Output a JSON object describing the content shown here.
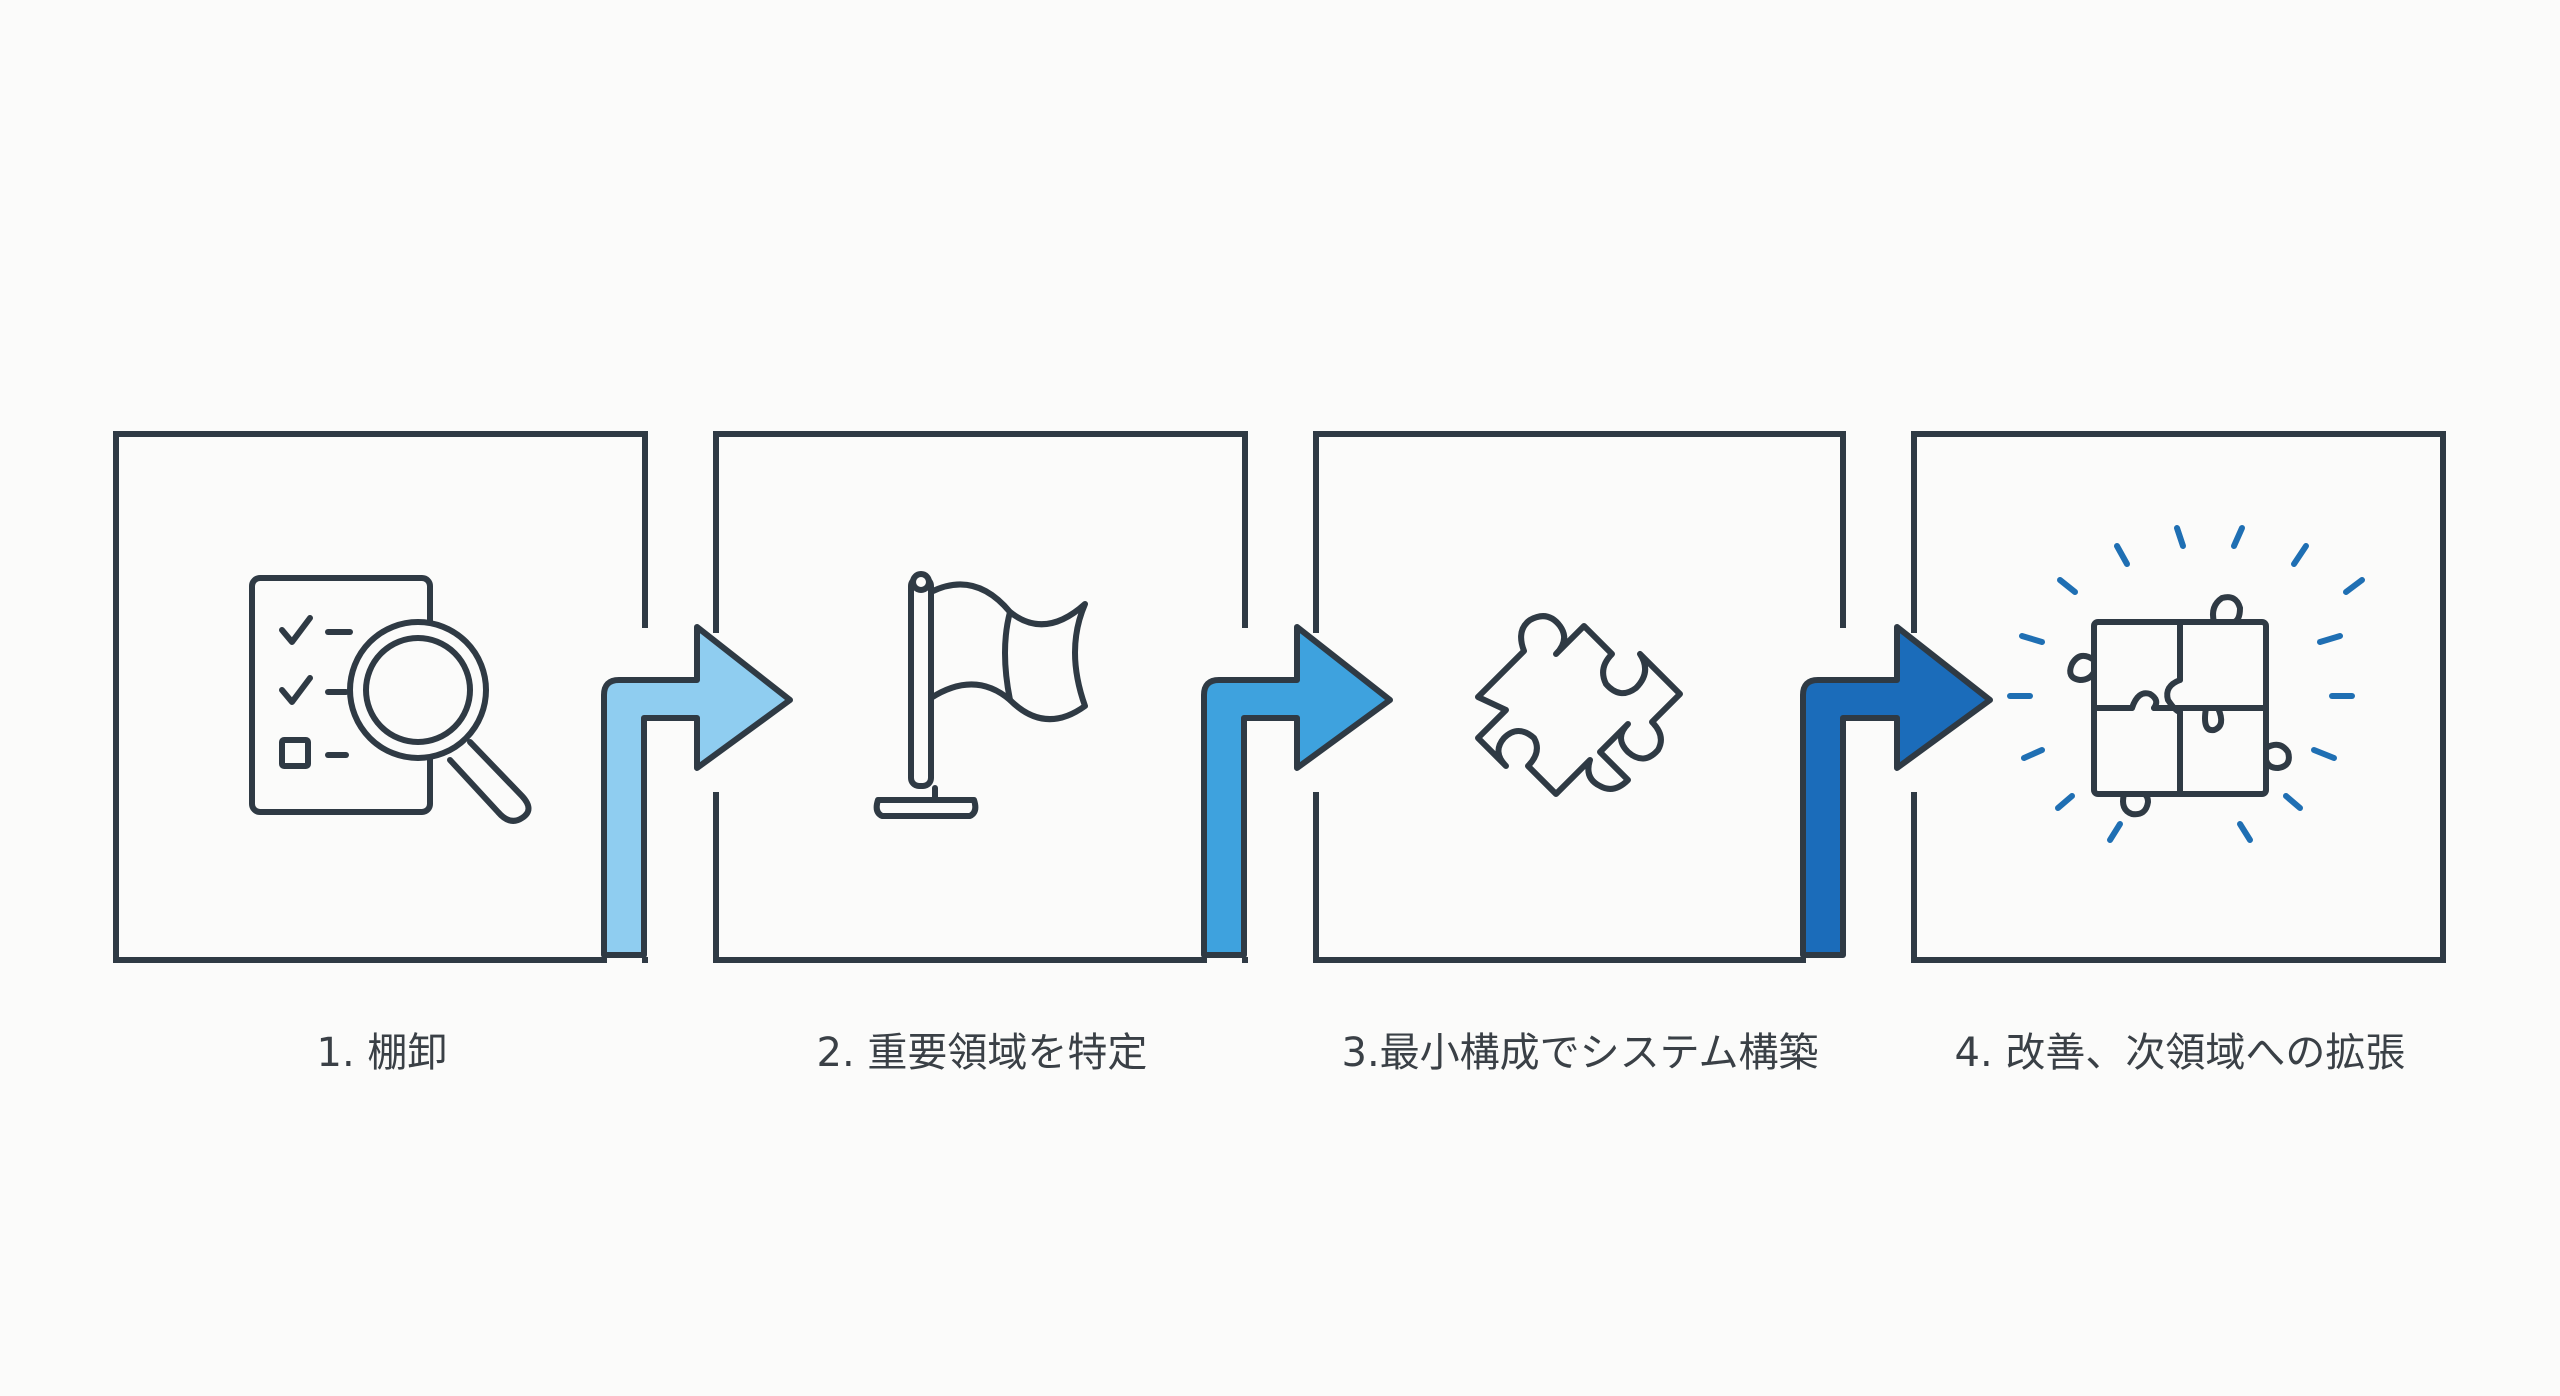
{
  "steps": [
    {
      "label": "1. 棚卸",
      "icon": "checklist-magnifier-icon"
    },
    {
      "label": "2. 重要領域を特定",
      "icon": "flag-icon"
    },
    {
      "label": "3.最小構成でシステム構築",
      "icon": "puzzle-piece-icon"
    },
    {
      "label": "4. 改善、次領域への拡張",
      "icon": "assembled-puzzle-burst-icon"
    }
  ],
  "connectors": [
    {
      "from": 1,
      "to": 2,
      "color": "#8fcdf0"
    },
    {
      "from": 2,
      "to": 3,
      "color": "#3ea2de"
    },
    {
      "from": 3,
      "to": 4,
      "color": "#1b6cba"
    }
  ],
  "colors": {
    "outline": "#2f3a44",
    "background": "#fbfbfa",
    "burst": "#1f6fb3"
  }
}
